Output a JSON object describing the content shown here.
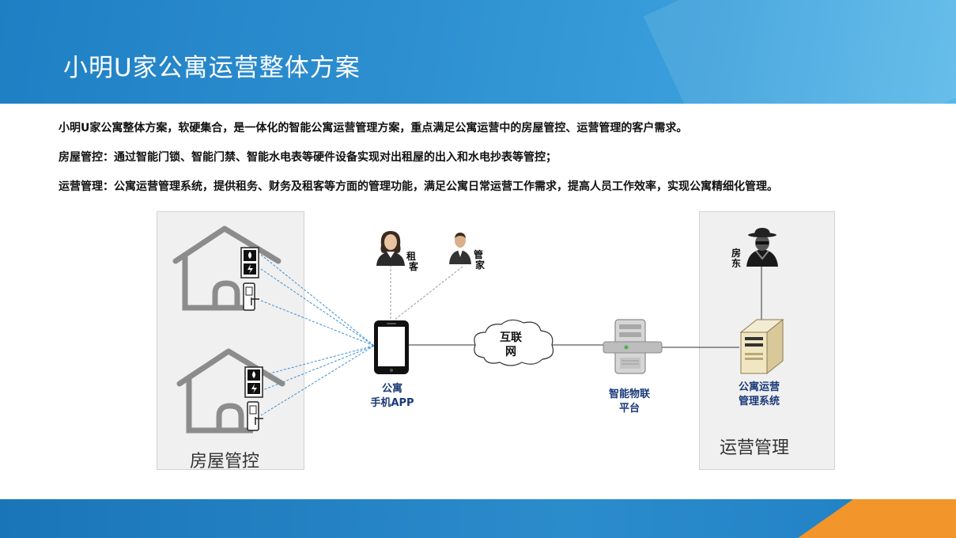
{
  "header": {
    "title": "小明U家公寓运营整体方案"
  },
  "description": [
    "小明U家公寓整体方案，软硬集合，是一体化的智能公寓运营管理方案，重点满足公寓运营中的房屋管控、运营管理的客户需求。",
    "房屋管控：通过智能门锁、智能门禁、智能水电表等硬件设备实现对出租屋的出入和水电抄表等管控；",
    "运营管理：公寓运营管理系统，提供租务、财务及租客等方面的管理功能，满足公寓日常运营工作需求，提高人员工作效率，实现公寓精细化管理。"
  ],
  "diagram": {
    "left_panel_label": "房屋管控",
    "right_panel_label": "运营管理",
    "tenant": {
      "line1": "租",
      "line2": "客"
    },
    "steward": {
      "line1": "管",
      "line2": "家"
    },
    "landlord": {
      "line1": "房",
      "line2": "东"
    },
    "app": {
      "line1": "公寓",
      "line2": "手机APP"
    },
    "internet": {
      "line1": "互联",
      "line2": "网"
    },
    "iot": {
      "line1": "智能物联",
      "line2": "平台"
    },
    "system": {
      "line1": "公寓运营",
      "line2": "管理系统"
    }
  },
  "colors": {
    "header": "#2e90d0",
    "footer": "#1f7fc4",
    "accent_orange": "#f2952a",
    "label_blue": "#1a3a78",
    "link_dashed": "#3b8fd6"
  }
}
